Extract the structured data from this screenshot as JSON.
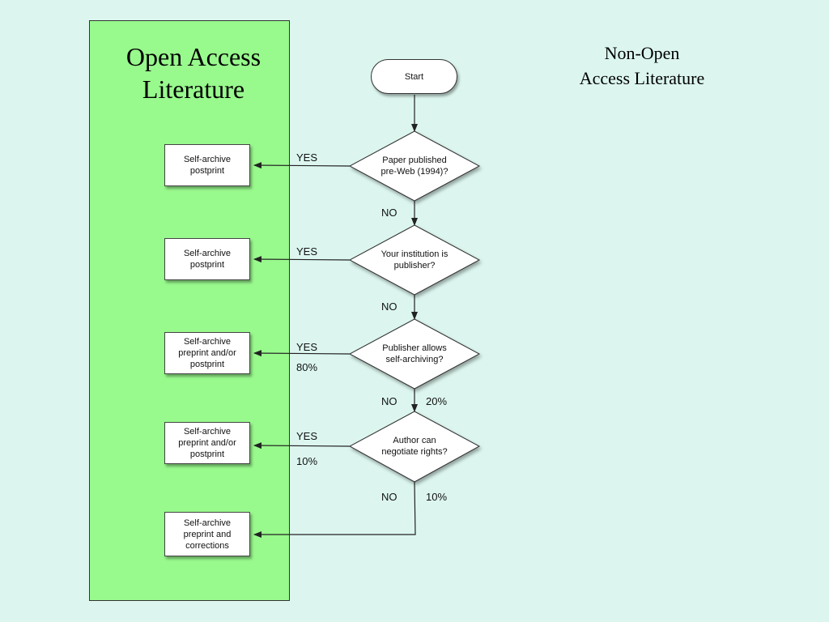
{
  "open_access": {
    "title_lines": [
      "Open Access",
      "Literature"
    ]
  },
  "non_open_access": {
    "title_lines": [
      "Non-Open",
      "Access Literature"
    ]
  },
  "start": {
    "label": "Start"
  },
  "decisions": [
    {
      "lines": [
        "Paper published",
        "pre-Web (1994)?"
      ]
    },
    {
      "lines": [
        "Your institution is",
        "publisher?"
      ]
    },
    {
      "lines": [
        "Publisher allows",
        "self-archiving?"
      ]
    },
    {
      "lines": [
        "Author can",
        "negotiate rights?"
      ]
    }
  ],
  "outcomes": [
    {
      "lines": [
        "Self-archive",
        "postprint"
      ]
    },
    {
      "lines": [
        "Self-archive",
        "postprint"
      ]
    },
    {
      "lines": [
        "Self-archive",
        "preprint and/or",
        "postprint"
      ]
    },
    {
      "lines": [
        "Self-archive",
        "preprint and/or",
        "postprint"
      ]
    },
    {
      "lines": [
        "Self-archive",
        "preprint and",
        "corrections"
      ]
    }
  ],
  "edge_labels": {
    "yes": "YES",
    "no": "NO",
    "yes_pct_3": "80%",
    "yes_pct_4": "10%",
    "no_pct_3": "20%",
    "no_pct_4": "10%"
  },
  "colors": {
    "background": "#dcf6ef",
    "open_access_panel": "#98f98d"
  }
}
